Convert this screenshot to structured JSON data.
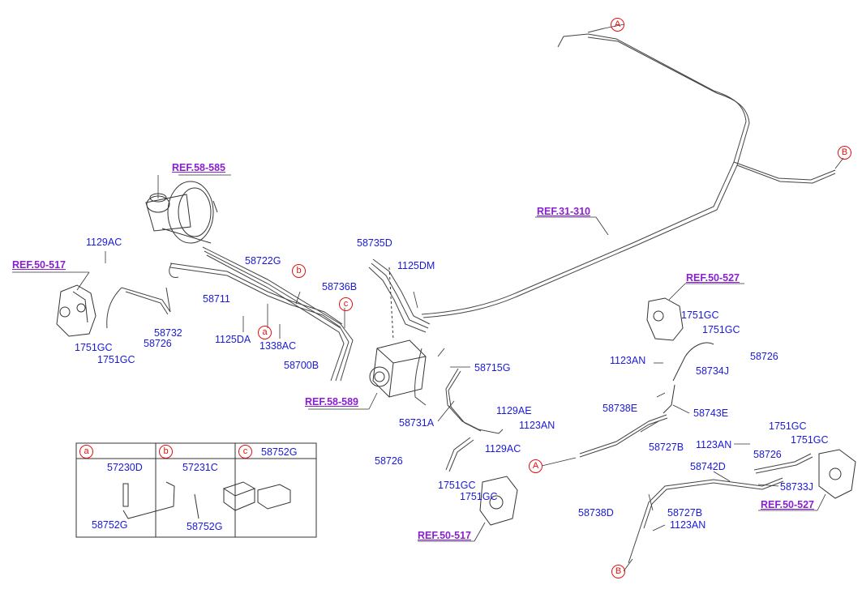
{
  "refs": {
    "r1": "REF.58-585",
    "r2": "REF.50-517",
    "r3": "REF.58-589",
    "r4": "REF.31-310",
    "r5": "REF.50-527",
    "r6": "REF.50-517",
    "r7": "REF.50-527"
  },
  "circles": {
    "A": "A",
    "B": "B",
    "a": "a",
    "b": "b",
    "c": "c"
  },
  "parts": {
    "p1129AC_1": "1129AC",
    "p58722G": "58722G",
    "p58711": "58711",
    "p58732": "58732",
    "p58726_1": "58726",
    "p1751GC_1": "1751GC",
    "p1751GC_2": "1751GC",
    "p1125DA": "1125DA",
    "p1338AC": "1338AC",
    "p58700B": "58700B",
    "p58735D": "58735D",
    "p1125DM": "1125DM",
    "p58736B": "58736B",
    "p58715G": "58715G",
    "p1129AE": "1129AE",
    "p58731A": "58731A",
    "p1129AC_2": "1129AC",
    "p58726_2": "58726",
    "p1751GC_3": "1751GC",
    "p1751GC_4": "1751GC",
    "p1751GC_5": "1751GC",
    "p1751GC_6": "1751GC",
    "p58726_3": "58726",
    "p1123AN_1": "1123AN",
    "p58734J": "58734J",
    "p58743E": "58743E",
    "p58738E": "58738E",
    "p1123AN_2": "1123AN",
    "p58727B_1": "58727B",
    "p1123AN_3": "1123AN",
    "p1751GC_7": "1751GC",
    "p58726_4": "58726",
    "p1751GC_8": "1751GC",
    "p58742D": "58742D",
    "p58733J": "58733J",
    "p58738D": "58738D",
    "p58727B_2": "58727B",
    "p1123AN_4": "1123AN"
  },
  "legend": {
    "a_title": "a",
    "b_title": "b",
    "c_title": "c",
    "c_part": "58752G",
    "a_top": "57230D",
    "a_bottom": "58752G",
    "b_top": "57231C",
    "b_bottom": "58752G"
  }
}
